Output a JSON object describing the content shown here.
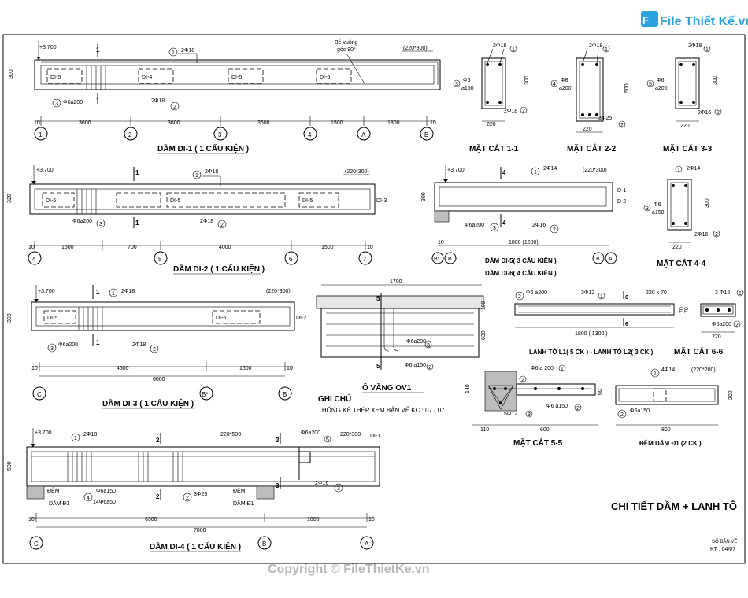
{
  "logo": {
    "name": "File Thiết Kế.vn",
    "icon": "folder-icon"
  },
  "watermark": "Copyright © FileThietKe.vn",
  "sheet_info": {
    "so_ban_ve": "SỐ BẢN VẼ",
    "ky_hieu": "KT : 04/07"
  },
  "main_title": "CHI TIẾT DẦM + LANH TÔ",
  "notes": {
    "title": "GHI CHÚ",
    "text": "THỐNG KÊ THÉP XEM BẢN VẼ KC : 07 / 07"
  },
  "beams": {
    "d1": {
      "title": "DẦM DI-1 ( 1 CẤU KIỆN )",
      "level": "+3.700",
      "height": "300",
      "size": "(220*300)",
      "bar_top": "2Φ18",
      "bar_bot": "2Φ18",
      "stirrup": "Φ6a200",
      "note1": "Bẻ vuông",
      "note2": "góc 90°",
      "labels": [
        "DI-5",
        "DI-4",
        "DI-5",
        "DI-5"
      ],
      "section_mark": "1",
      "spans": [
        "10",
        "3600",
        "3600",
        "3600",
        "1500",
        "1800",
        "10"
      ],
      "axes": [
        "1",
        "2",
        "3",
        "4",
        "A",
        "B"
      ]
    },
    "d2": {
      "title": "DẦM DI-2 ( 1 CẤU KIỆN )",
      "level": "+3.700",
      "height": "320",
      "size": "(220*300)",
      "bar_top": "2Φ18",
      "bar_bot": "2Φ18",
      "stirrup": "Φ6a200",
      "labels": [
        "DI-5",
        "DI-5",
        "DI-5",
        "DI-3"
      ],
      "section_mark": "1",
      "spans": [
        "10",
        "1500",
        "700",
        "4000",
        "1500",
        "10"
      ],
      "axes": [
        "4",
        "5",
        "6",
        "7"
      ]
    },
    "d3": {
      "title": "DẦM DI-3 ( 1 CẤU KIỆN )",
      "level": "+3.700",
      "height": "300",
      "size": "(220*300)",
      "bar_top": "2Φ18",
      "bar_bot": "2Φ18",
      "stirrup": "Φ6a200",
      "labels": [
        "DI-5",
        "DI-6",
        "DI-2"
      ],
      "section_mark": "1",
      "spans": [
        "10",
        "4500",
        "1500",
        "10"
      ],
      "total": "6000",
      "axes": [
        "C",
        "B*",
        "B"
      ]
    },
    "d4": {
      "title": "DẦM DI-4 ( 1 CẤU KIỆN )",
      "level": "+3.700",
      "height": "500",
      "size1": "220*500",
      "size2": "220*300",
      "bar_top": "2Φ18",
      "stirrup1": "Φ6a150",
      "stirrup2": "14Φ6a50",
      "bar_mid": "3Φ25",
      "bar_bot": "2Φ16",
      "stirrup3": "Φ6a200",
      "label_end": "DI-1",
      "pad1": "ĐỆM",
      "pad2": "DẦM Đ1",
      "marks": [
        "2",
        "3"
      ],
      "spans": [
        "10",
        "6300",
        "1800",
        "10"
      ],
      "total": "7800",
      "axes": [
        "C",
        "B",
        "A"
      ]
    },
    "d5": {
      "title1": "DẦM DI-5( 3 CẤU KIỆN )",
      "title2": "DẦM DI-6( 4 CẤU KIỆN )",
      "level": "+3.700",
      "height": "300",
      "size": "(220*300)",
      "bar_top": "2Φ14",
      "bar_bot": "2Φ16",
      "stirrup": "Φ6a200",
      "end1": "D-1",
      "end2": "D-2",
      "section_mark": "4",
      "spans": [
        "10",
        "1800 (1500)"
      ],
      "axes": [
        "B*",
        "B",
        "B",
        "A"
      ]
    }
  },
  "sections": {
    "s11": {
      "title": "MẶT CẮT 1-1",
      "top": "2Φ18",
      "bot": "2Φ18",
      "stir1": "Φ6",
      "stir2": "a150",
      "w": "220",
      "h": "300"
    },
    "s22": {
      "title": "MẶT CẮT 2-2",
      "top": "2Φ18",
      "bot": "3Φ25",
      "stir1": "Φ8",
      "stir2": "a200",
      "w": "220",
      "h": "500"
    },
    "s33": {
      "title": "MẶT CẮT 3-3",
      "top": "2Φ18",
      "bot": "2Φ16",
      "stir1": "Φ6",
      "stir2": "a200",
      "w": "220",
      "h": "300"
    },
    "s44": {
      "title": "MẶT CẮT 4-4",
      "top": "2Φ14",
      "bot": "2Φ16",
      "stir1": "Φ6",
      "stir2": "a150",
      "w": "220",
      "h": "300"
    },
    "s55": {
      "title": "MẶT CẮT 5-5",
      "top": "Φ6 a 200",
      "bot": "5Φ12",
      "stir": "Φ6 a150",
      "w1": "110",
      "w2": "600",
      "h1": "140",
      "h2": "60"
    },
    "s66": {
      "title": "MẶT CẮT 6-6",
      "top": "3 Φ12",
      "stir": "Φ6a200",
      "w": "220",
      "h": "70"
    }
  },
  "canopy": {
    "title": "Ô VĂNG OV1",
    "length": "1700",
    "mark": "5",
    "bar1": "Φ6a200",
    "bar2": "Φ6 a150",
    "h1": "100",
    "h2": "630"
  },
  "lintel": {
    "title": "LANH TÔ L1( 5 CK ) - LANH TÔ L2( 3 CK )",
    "stirrup": "Φ6 a200",
    "bar": "3Φ12",
    "size": "220 x 70",
    "length": "1800 ( 1300 )",
    "height": "70",
    "mark": "6"
  },
  "pad": {
    "title": "ĐỆM DẦM Đ1 (2 CK )",
    "bar": "4Φ14",
    "size": "(220*200)",
    "stirrup": "Φ6a150",
    "length": "800",
    "height": "200"
  }
}
